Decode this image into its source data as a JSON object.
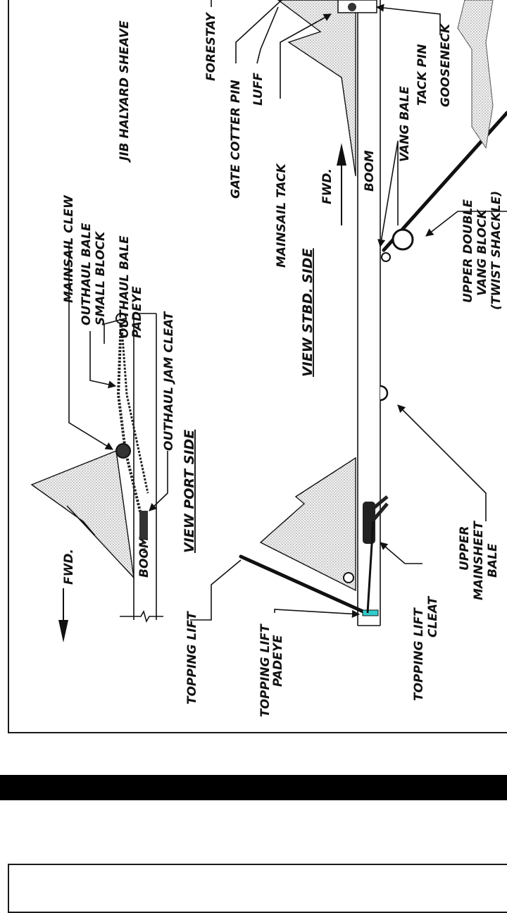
{
  "view_titles": {
    "port": "VIEW PORT SIDE",
    "stbd": "VIEW STBD. SIDE"
  },
  "direction": {
    "port_fwd": "FWD.",
    "stbd_fwd": "FWD."
  },
  "labels": {
    "mainsail_clew": "MAINSAIL CLEW",
    "outhaul_bale_small_block_1": "OUTHAUL BALE",
    "outhaul_bale_small_block_2": "SMALL BLOCK",
    "outhaul_bale_padeye_1": "OUTHAUL BALE",
    "outhaul_bale_padeye_2": "PADEYE",
    "outhaul_jam_cleat": "OUTHAUL JAM CLEAT",
    "boom_port": "BOOM",
    "topping_lift": "TOPPING LIFT",
    "topping_lift_padeye_1": "TOPPING LIFT",
    "topping_lift_padeye_2": "PADEYE",
    "topping_lift_cleat_1": "TOPPING LIFT",
    "topping_lift_cleat_2": "CLEAT",
    "upper_mainsheet_bale_1": "UPPER",
    "upper_mainsheet_bale_2": "MAINSHEET",
    "upper_mainsheet_bale_3": "BALE",
    "boom_stbd": "BOOM",
    "vang_bale": "VANG BALE",
    "upper_double_vang_block_1": "UPPER DOUBLE",
    "upper_double_vang_block_2": "VANG BLOCK",
    "upper_double_vang_block_3": "(TWIST SHACKLE)",
    "mainsail_tack": "MAINSAIL TACK",
    "gate_cotter_pin": "GATE COTTER PIN",
    "luff": "LUFF",
    "forestay": "FORESTAY",
    "jib_halyard_sheave": "JIB HALYARD SHEAVE",
    "tack_pin": "TACK PIN",
    "gooseneck": "GOOSENECK"
  }
}
